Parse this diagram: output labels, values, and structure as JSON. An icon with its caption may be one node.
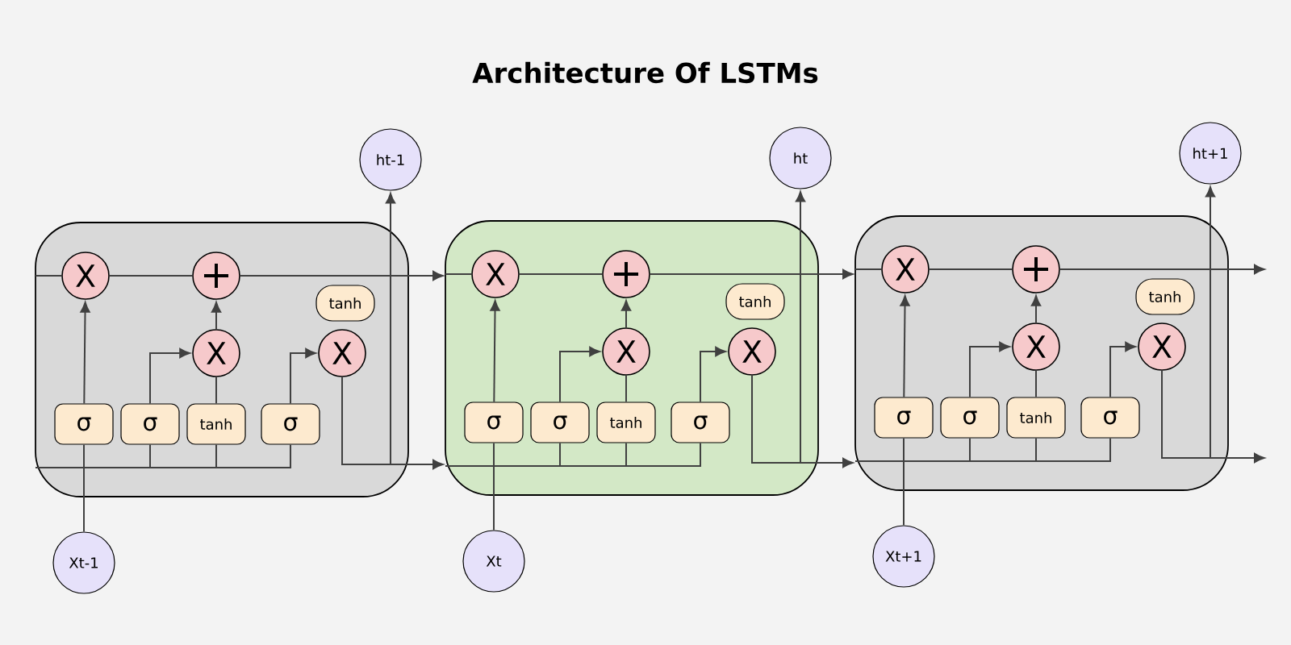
{
  "diagram": {
    "title": "Architecture Of LSTMs",
    "nodes": [
      {
        "text": [],
        "shape": "box"
      },
      {
        "text": [
          "X"
        ],
        "in": 0
      },
      {
        "text": [
          "+"
        ],
        "in": 0
      },
      {
        "text": [
          "tanh"
        ],
        "in": 0
      },
      {
        "text": [
          "X"
        ],
        "in": 0
      },
      {
        "text": [
          "X"
        ],
        "in": 0
      },
      {
        "text": [
          "σ"
        ],
        "in": 0
      },
      {
        "text": [
          "σ"
        ],
        "in": 0
      },
      {
        "text": [
          "tanh"
        ],
        "in": 0
      },
      {
        "text": [
          "σ"
        ],
        "in": 0
      },
      {
        "text": [
          "ht-1"
        ]
      },
      {
        "text": [
          "Xt-1"
        ]
      },
      {
        "text": [],
        "shape": "box"
      },
      {
        "text": [
          "X"
        ],
        "in": 12
      },
      {
        "text": [
          "+"
        ],
        "in": 12
      },
      {
        "text": [
          "tanh"
        ],
        "in": 12
      },
      {
        "text": [
          "X"
        ],
        "in": 12
      },
      {
        "text": [
          "X"
        ],
        "in": 12
      },
      {
        "text": [
          "σ"
        ],
        "in": 12
      },
      {
        "text": [
          "σ"
        ],
        "in": 12
      },
      {
        "text": [
          "tanh"
        ],
        "in": 12
      },
      {
        "text": [
          "σ"
        ],
        "in": 12
      },
      {
        "text": [
          "ht"
        ]
      },
      {
        "text": [
          "Xt"
        ]
      },
      {
        "text": [],
        "shape": "box"
      },
      {
        "text": [
          "X"
        ],
        "in": 24
      },
      {
        "text": [
          "+"
        ],
        "in": 24
      },
      {
        "text": [
          "tanh"
        ],
        "in": 24
      },
      {
        "text": [
          "X"
        ],
        "in": 24
      },
      {
        "text": [
          "X"
        ],
        "in": 24
      },
      {
        "text": [
          "σ"
        ],
        "in": 24
      },
      {
        "text": [
          "σ"
        ],
        "in": 24
      },
      {
        "text": [
          "tanh"
        ],
        "in": 24
      },
      {
        "text": [
          "σ"
        ],
        "in": 24
      },
      {
        "text": [
          "ht+1"
        ]
      },
      {
        "text": [
          "Xt+1"
        ]
      }
    ],
    "edges": [
      {
        "from": null,
        "to": 1,
        "arrow": "none"
      },
      {
        "from": 6,
        "to": 1,
        "arrow": "to"
      },
      {
        "from": 1,
        "to": 2,
        "arrow": "none"
      },
      {
        "from": 7,
        "to": 4,
        "arrow": "to"
      },
      {
        "from": 8,
        "to": 4,
        "arrow": "none"
      },
      {
        "from": 4,
        "to": 2,
        "arrow": "to"
      },
      {
        "from": 9,
        "to": 5,
        "arrow": "to"
      },
      {
        "from": 11,
        "to": 6,
        "arrow": "none"
      },
      {
        "from": 5,
        "to": 10,
        "arrow": "to"
      },
      {
        "from": 2,
        "to": 12,
        "arrow": "to"
      },
      {
        "from": 5,
        "to": 12,
        "arrow": "to"
      },
      {
        "from": null,
        "to": 7,
        "arrow": "none"
      },
      {
        "from": null,
        "to": 8,
        "arrow": "none"
      },
      {
        "from": null,
        "to": 9,
        "arrow": "none"
      },
      {
        "from": null,
        "to": 13,
        "arrow": "none"
      },
      {
        "from": 18,
        "to": 13,
        "arrow": "to"
      },
      {
        "from": 13,
        "to": 14,
        "arrow": "none"
      },
      {
        "from": 19,
        "to": 16,
        "arrow": "to"
      },
      {
        "from": 20,
        "to": 16,
        "arrow": "none"
      },
      {
        "from": 16,
        "to": 14,
        "arrow": "to"
      },
      {
        "from": 21,
        "to": 17,
        "arrow": "to"
      },
      {
        "from": 23,
        "to": 18,
        "arrow": "none"
      },
      {
        "from": 17,
        "to": 22,
        "arrow": "to"
      },
      {
        "from": 14,
        "to": 24,
        "arrow": "to"
      },
      {
        "from": 17,
        "to": 24,
        "arrow": "to"
      },
      {
        "from": null,
        "to": 19,
        "arrow": "none"
      },
      {
        "from": null,
        "to": 20,
        "arrow": "none"
      },
      {
        "from": null,
        "to": 21,
        "arrow": "none"
      },
      {
        "from": null,
        "to": 25,
        "arrow": "none"
      },
      {
        "from": 30,
        "to": 25,
        "arrow": "to"
      },
      {
        "from": 25,
        "to": 26,
        "arrow": "none"
      },
      {
        "from": 31,
        "to": 28,
        "arrow": "to"
      },
      {
        "from": 32,
        "to": 28,
        "arrow": "none"
      },
      {
        "from": 28,
        "to": 26,
        "arrow": "to"
      },
      {
        "from": 33,
        "to": 29,
        "arrow": "to"
      },
      {
        "from": 35,
        "to": 30,
        "arrow": "none"
      },
      {
        "from": 29,
        "to": 34,
        "arrow": "to"
      },
      {
        "from": 26,
        "to": null,
        "arrow": "to"
      },
      {
        "from": 29,
        "to": null,
        "arrow": "to"
      },
      {
        "from": null,
        "to": 31,
        "arrow": "none"
      },
      {
        "from": null,
        "to": 32,
        "arrow": "none"
      },
      {
        "from": null,
        "to": 33,
        "arrow": "none"
      }
    ]
  }
}
